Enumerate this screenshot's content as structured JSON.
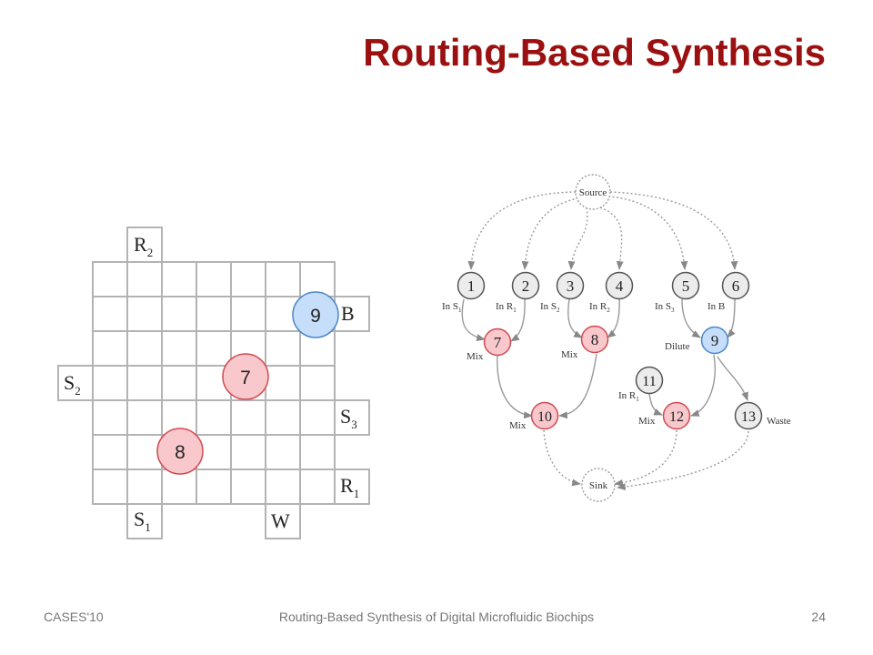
{
  "slide": {
    "title": "Routing-Based Synthesis"
  },
  "colors": {
    "title": "#9b1010",
    "mix_fill": "#f8c8cc",
    "mix_stroke": "#d24a50",
    "dilute_fill": "#c6defa",
    "dilute_stroke": "#4a86c8",
    "neutral_fill": "#ececec",
    "neutral_stroke": "#555555"
  },
  "grid": {
    "ports": [
      {
        "id": "R",
        "sub": "2"
      },
      {
        "id": "B",
        "sub": ""
      },
      {
        "id": "S",
        "sub": "2"
      },
      {
        "id": "S",
        "sub": "3"
      },
      {
        "id": "R",
        "sub": "1"
      },
      {
        "id": "S",
        "sub": "1"
      },
      {
        "id": "W",
        "sub": ""
      }
    ],
    "droplets": [
      {
        "label": "9",
        "kind": "dilute"
      },
      {
        "label": "7",
        "kind": "mix"
      },
      {
        "label": "8",
        "kind": "mix"
      }
    ]
  },
  "graph": {
    "source": "Source",
    "sink": "Sink",
    "nodes": [
      {
        "label": "1",
        "kind": "neutral",
        "op": "In S",
        "op_sub": "1"
      },
      {
        "label": "2",
        "kind": "neutral",
        "op": "In R",
        "op_sub": "1"
      },
      {
        "label": "3",
        "kind": "neutral",
        "op": "In S",
        "op_sub": "2"
      },
      {
        "label": "4",
        "kind": "neutral",
        "op": "In R",
        "op_sub": "2"
      },
      {
        "label": "5",
        "kind": "neutral",
        "op": "In S",
        "op_sub": "3"
      },
      {
        "label": "6",
        "kind": "neutral",
        "op": "In B",
        "op_sub": ""
      },
      {
        "label": "7",
        "kind": "mix",
        "op": "Mix",
        "op_sub": ""
      },
      {
        "label": "8",
        "kind": "mix",
        "op": "Mix",
        "op_sub": ""
      },
      {
        "label": "9",
        "kind": "dilute",
        "op": "Dilute",
        "op_sub": ""
      },
      {
        "label": "10",
        "kind": "mix",
        "op": "Mix",
        "op_sub": ""
      },
      {
        "label": "11",
        "kind": "neutral",
        "op": "In R",
        "op_sub": "1"
      },
      {
        "label": "12",
        "kind": "mix",
        "op": "Mix",
        "op_sub": ""
      },
      {
        "label": "13",
        "kind": "neutral",
        "op": "Waste",
        "op_sub": ""
      }
    ]
  },
  "footer": {
    "left": "CASES'10",
    "center": "Routing-Based Synthesis of Digital Microfluidic Biochips",
    "page": "24"
  }
}
